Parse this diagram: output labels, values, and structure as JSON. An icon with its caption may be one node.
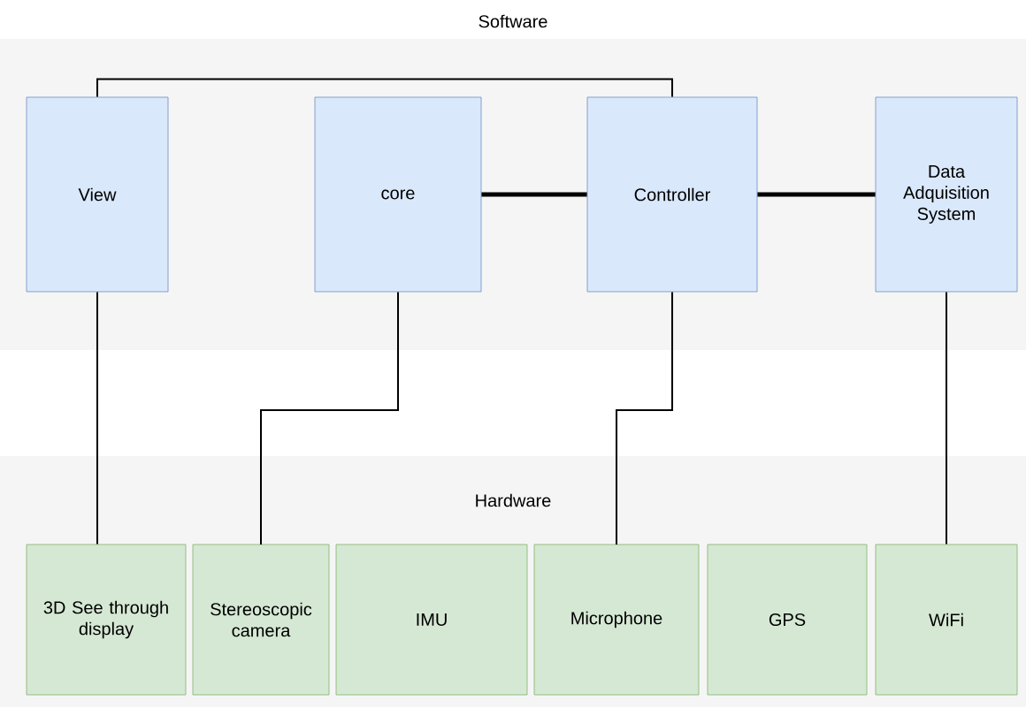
{
  "diagram": {
    "nodes": [
      {
        "text": [
          "Software"
        ]
      },
      {
        "text": [
          "View"
        ],
        "in": 0
      },
      {
        "text": [
          "core"
        ],
        "in": 0
      },
      {
        "text": [
          "Controller"
        ],
        "in": 0
      },
      {
        "text": [
          "Data Adquisition System"
        ],
        "in": 0
      },
      {
        "text": [
          "Hardware"
        ]
      },
      {
        "text": [
          "3D See through display"
        ],
        "in": 5
      },
      {
        "text": [
          "Stereoscopic camera"
        ],
        "in": 5
      },
      {
        "text": [
          "IMU"
        ],
        "in": 5
      },
      {
        "text": [
          "Microphone"
        ],
        "in": 5
      },
      {
        "text": [
          "GPS"
        ],
        "in": 5
      },
      {
        "text": [
          "WiFi"
        ],
        "in": 5
      }
    ],
    "edges": [
      {
        "from": 1,
        "to": 3,
        "arrow": "none"
      },
      {
        "from": 2,
        "to": 3,
        "arrow": "none",
        "style": "thick"
      },
      {
        "from": 3,
        "to": 4,
        "arrow": "none",
        "style": "thick"
      },
      {
        "from": 1,
        "to": 6,
        "arrow": "none"
      },
      {
        "from": 2,
        "to": 7,
        "arrow": "none"
      },
      {
        "from": 3,
        "to": 9,
        "arrow": "none"
      },
      {
        "from": 4,
        "to": 11,
        "arrow": "none"
      }
    ]
  }
}
